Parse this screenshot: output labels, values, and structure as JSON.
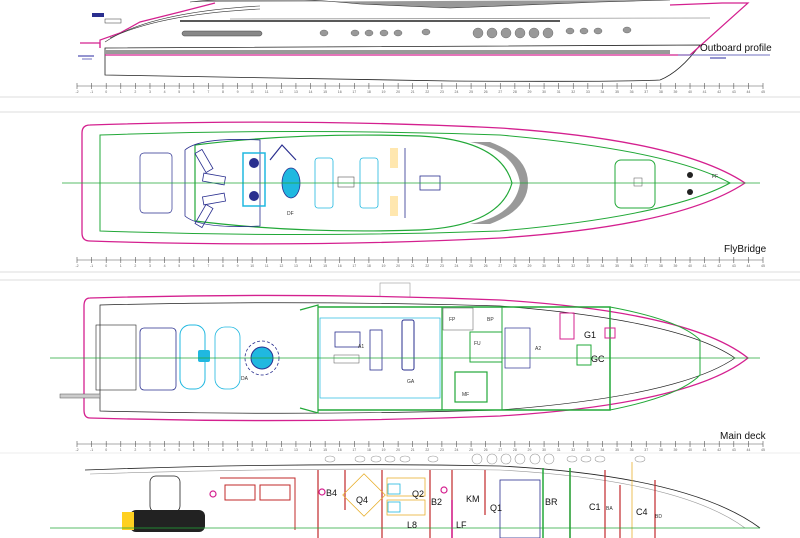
{
  "sections": {
    "profile": "Outboard profile",
    "flybridge": "FlyBridge",
    "main_deck": "Main deck"
  },
  "ruler": {
    "start": -2,
    "end": 45
  },
  "flybridge_rooms": {
    "df": "DF",
    "ff": "FF"
  },
  "main_deck_rooms": {
    "da": "DA",
    "a1": "A1",
    "ga": "GA",
    "fp": "FP",
    "bp": "BP",
    "fu": "FU",
    "mf": "MF",
    "a2": "A2",
    "g1": "G1",
    "gc": "GC"
  },
  "lower_deck_rooms": {
    "b4": "B4",
    "q4": "Q4",
    "q2": "Q2",
    "b2": "B2",
    "km": "KM",
    "q1": "Q1",
    "br": "BR",
    "c1": "C1",
    "ba": "BA",
    "c4": "C4",
    "bd": "BD",
    "l8": "L8",
    "lf": "LF"
  },
  "colors": {
    "hull": "#d4208f",
    "structure": "#22a838",
    "furniture": "#2a2f8f",
    "fixtures": "#20b8e0",
    "cabins": "#c0282a"
  }
}
